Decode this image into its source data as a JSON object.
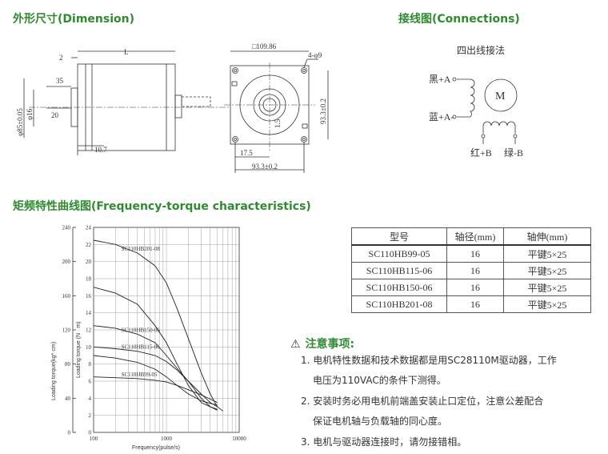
{
  "sections": {
    "dimension_title": "外形尺寸(Dimension)",
    "connections_title": "接线图(Connections)",
    "freq_title": "矩频特性曲线图(Frequency-torque characteristics)"
  },
  "dimension": {
    "d_2": "2",
    "d_L": "L",
    "d_35": "35",
    "d_20": "20",
    "d_10_7": "10.7",
    "d_phi85": "φ85±0.05",
    "d_phi16": "φ16",
    "d_square": "□109.86",
    "d_holes": "4-φ9",
    "d_93v": "93.3±0.2",
    "d_175": "17.5",
    "d_93h": "93.3±0.2",
    "d_flat": "1.5"
  },
  "connections": {
    "method": "四出线接法",
    "black": "黑+A",
    "blue": "蓝+A-",
    "red": "红+B",
    "green": "绿-B",
    "motor": "M"
  },
  "table": {
    "headers": [
      "型号",
      "轴径(mm)",
      "轴伸(mm)"
    ],
    "rows": [
      [
        "SC110HB99-05",
        "16",
        "平键5×25"
      ],
      [
        "SC110HB115-06",
        "16",
        "平键5×25"
      ],
      [
        "SC110HB150-06",
        "16",
        "平键5×25"
      ],
      [
        "SC110HB201-08",
        "16",
        "平键5×25"
      ]
    ]
  },
  "notes": {
    "title": "注意事项:",
    "item1_line1": "1. 电机特性数据和技术数据都是用SC28110M驱动器，工作",
    "item1_line2": "电压为110VAC的条件下测得。",
    "item2_line1": "2. 安装时务必用电机前端盖安装止口定位，注意公差配合",
    "item2_line2": "保证电机轴与负载轴的同心度。",
    "item3_line1": "3. 电机与驱动器连接时，请勿接错相。"
  },
  "chart_data": {
    "type": "line",
    "xlabel": "Frequency(pulse/s)",
    "ylabel_left": "Loading torque(kg*·cm)",
    "ylabel_right": "Loading torque (N · m)",
    "x_scale": "log",
    "xlim": [
      100,
      10000
    ],
    "x_ticks": [
      "100",
      "1000",
      "10000"
    ],
    "ylim_right": [
      0,
      24
    ],
    "ylim_left": [
      0,
      240
    ],
    "y_ticks_right": [
      "0",
      "2",
      "4",
      "6",
      "8",
      "10",
      "12",
      "14",
      "16",
      "18",
      "20",
      "22",
      "24"
    ],
    "y_ticks_left": [
      "0",
      "40",
      "80",
      "120",
      "160",
      "200",
      "240"
    ],
    "grid": true,
    "series": [
      {
        "name": "SC110HB201-08",
        "x": [
          100,
          200,
          400,
          700,
          1000,
          1400,
          2000,
          3000,
          4000,
          5000,
          6000
        ],
        "y": [
          22.5,
          22.0,
          21.0,
          19.5,
          17.5,
          14.5,
          11.0,
          7.0,
          4.5,
          3.0,
          2.5
        ]
      },
      {
        "name": "",
        "x": [
          100,
          200,
          400,
          700,
          1000,
          1400,
          2000,
          3000,
          4000,
          5000
        ],
        "y": [
          17.0,
          16.3,
          15.0,
          12.5,
          10.5,
          8.0,
          5.5,
          3.5,
          3.0,
          2.6
        ]
      },
      {
        "name": "SC110HB150-06",
        "x": [
          100,
          200,
          400,
          700,
          1000,
          1400,
          2000,
          3000,
          4000,
          5000
        ],
        "y": [
          12.5,
          12.2,
          11.5,
          10.5,
          9.0,
          7.5,
          6.0,
          4.0,
          3.0,
          2.7
        ]
      },
      {
        "name": "SC110HB115-06",
        "x": [
          100,
          200,
          400,
          700,
          1000,
          1400,
          2000,
          3000,
          4000,
          5000
        ],
        "y": [
          10.0,
          9.8,
          9.5,
          9.0,
          8.3,
          7.3,
          6.0,
          4.5,
          3.5,
          3.0
        ]
      },
      {
        "name": "",
        "x": [
          100,
          200,
          400,
          700,
          1000,
          1400,
          2000,
          3000,
          4000,
          5000
        ],
        "y": [
          9.0,
          8.7,
          8.2,
          7.4,
          6.5,
          5.5,
          4.5,
          3.7,
          3.4,
          3.2
        ]
      },
      {
        "name": "SC110HB99-05",
        "x": [
          100,
          200,
          400,
          700,
          1000,
          1400,
          2000,
          3000,
          4000,
          5000
        ],
        "y": [
          6.5,
          6.4,
          6.3,
          6.1,
          5.9,
          5.5,
          5.0,
          4.4,
          3.9,
          3.5
        ]
      }
    ]
  }
}
